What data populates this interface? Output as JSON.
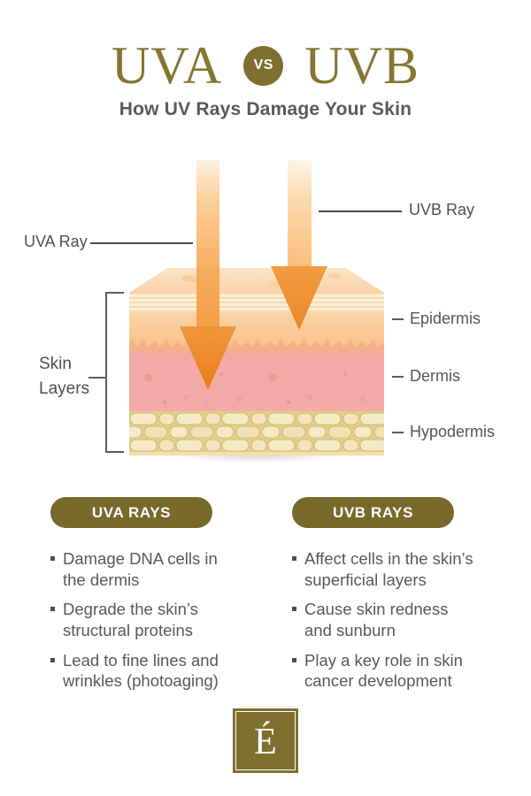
{
  "header": {
    "title_left": "UVA",
    "vs_badge": "VS",
    "title_right": "UVB",
    "subtitle": "How UV Rays Damage Your Skin"
  },
  "diagram": {
    "uva_ray_label": "UVA Ray",
    "uvb_ray_label": "UVB Ray",
    "skin_layers_label": "Skin\nLayers",
    "layer_labels": {
      "epidermis": "Epidermis",
      "dermis": "Dermis",
      "hypodermis": "Hypodermis"
    }
  },
  "columns": [
    {
      "header": "UVA RAYS",
      "bullets": [
        "Damage DNA cells in\nthe dermis",
        "Degrade the skin’s\nstructural proteins",
        "Lead to fine lines and\nwrinkles (photoaging)"
      ]
    },
    {
      "header": "UVB RAYS",
      "bullets": [
        "Affect cells in the skin’s\nsuperficial layers",
        "Cause skin redness\nand sunburn",
        "Play a key role in skin\ncancer development"
      ]
    }
  ],
  "footer": {
    "logo_letter": "É"
  },
  "colors": {
    "olive": "#76692a",
    "title_gold": "#857634",
    "orange": "#ee8c27",
    "text_gray": "#57585c"
  }
}
